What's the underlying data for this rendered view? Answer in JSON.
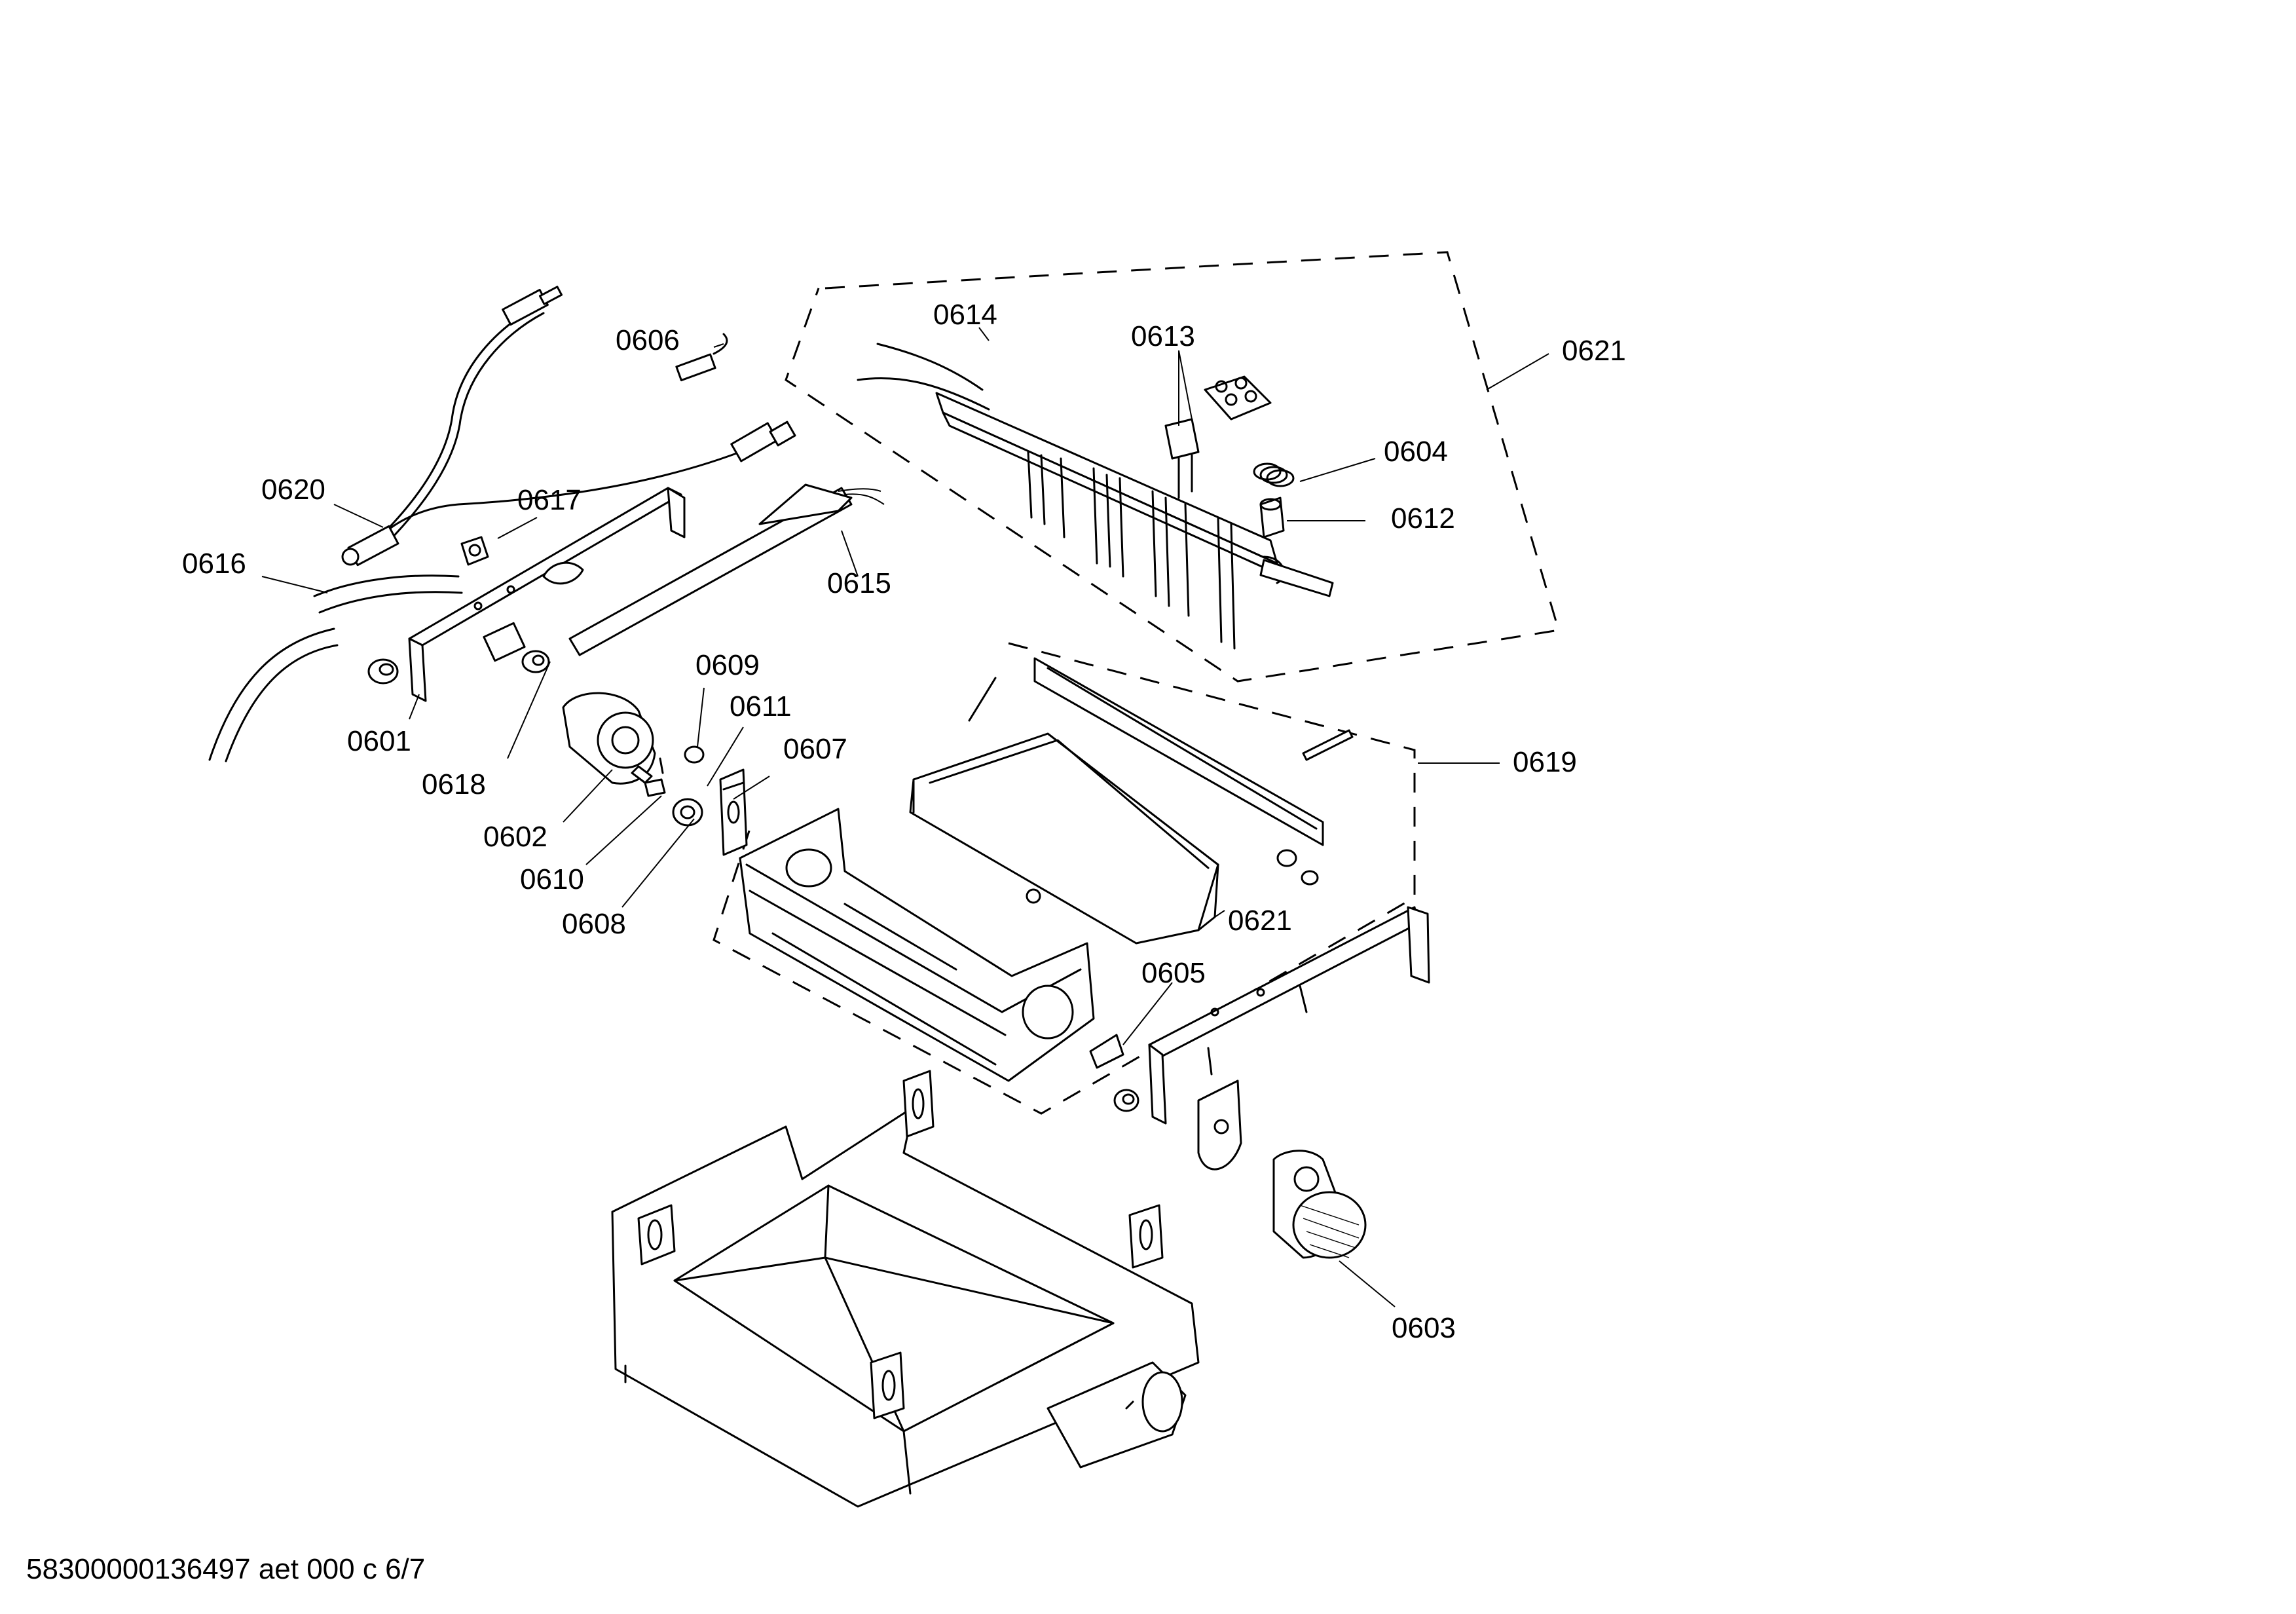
{
  "labels": {
    "p0601": "0601",
    "p0602": "0602",
    "p0603": "0603",
    "p0604": "0604",
    "p0605": "0605",
    "p0606": "0606",
    "p0607": "0607",
    "p0608": "0608",
    "p0609": "0609",
    "p0610": "0610",
    "p0611": "0611",
    "p0612": "0612",
    "p0613": "0613",
    "p0614": "0614",
    "p0615": "0615",
    "p0616": "0616",
    "p0617": "0617",
    "p0618": "0618",
    "p0619": "0619",
    "p0620": "0620",
    "p0621_top": "0621",
    "p0621_tray": "0621"
  },
  "footer": "58300000136497 aet 000 c 6/7"
}
